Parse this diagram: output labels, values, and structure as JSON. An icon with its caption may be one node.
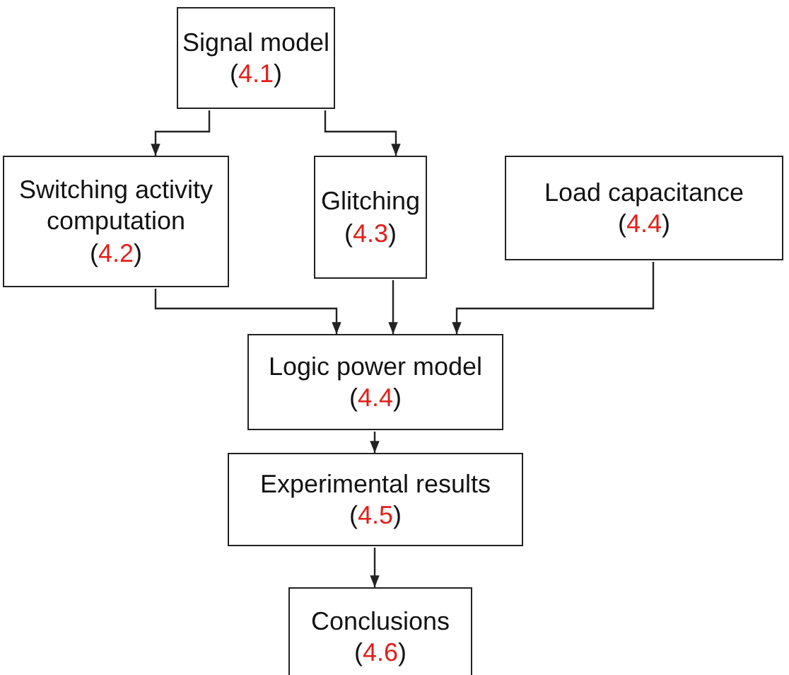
{
  "diagram": {
    "nodes": [
      {
        "text": [
          "Signal model",
          "(4.1)"
        ]
      },
      {
        "text": [
          "Switching activity computation",
          "(4.2)"
        ]
      },
      {
        "text": [
          "Glitching",
          "(4.3)"
        ]
      },
      {
        "text": [
          "Load capacitance",
          "(4.4)"
        ]
      },
      {
        "text": [
          "Logic power model",
          "(4.4)"
        ]
      },
      {
        "text": [
          "Experimental results",
          "(4.5)"
        ]
      },
      {
        "text": [
          "Conclusions",
          "(4.6)"
        ]
      }
    ],
    "edges": [
      {
        "from": 0,
        "to": 1,
        "arrow": "to"
      },
      {
        "from": 0,
        "to": 2,
        "arrow": "to"
      },
      {
        "from": 1,
        "to": 4,
        "arrow": "to"
      },
      {
        "from": 2,
        "to": 4,
        "arrow": "to"
      },
      {
        "from": 3,
        "to": 4,
        "arrow": "to"
      },
      {
        "from": 4,
        "to": 5,
        "arrow": "to"
      },
      {
        "from": 5,
        "to": 6,
        "arrow": "to"
      }
    ]
  }
}
